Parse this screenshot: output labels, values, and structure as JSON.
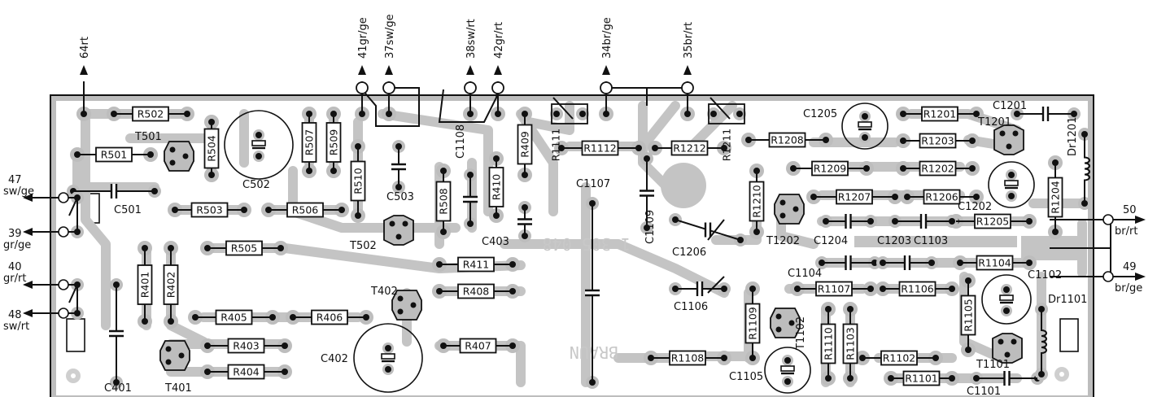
{
  "watermark": {
    "part_number": "1 305 048",
    "brand": "BRAUN"
  },
  "top_terminals": [
    "64rt",
    "41gr/ge",
    "37sw/ge",
    "38sw/rt",
    "42gr/rt",
    "34br/ge",
    "35br/rt"
  ],
  "left_terminals": [
    {
      "num": "47",
      "color": "sw/ge"
    },
    {
      "num": "39",
      "color": "gr/ge"
    },
    {
      "num": "40",
      "color": "gr/rt"
    },
    {
      "num": "48",
      "color": "sw/rt"
    }
  ],
  "right_terminals": [
    {
      "num": "50",
      "color": "br/rt"
    },
    {
      "num": "49",
      "color": "br/ge"
    }
  ],
  "resistors": [
    "R502",
    "R501",
    "R504",
    "R507",
    "R509",
    "R510",
    "R503",
    "R506",
    "R505",
    "R508",
    "R410",
    "R409",
    "R411",
    "R408",
    "R401",
    "R402",
    "R405",
    "R406",
    "R403",
    "R404",
    "R407",
    "R1112",
    "R1111",
    "R1212",
    "R1211",
    "R1208",
    "R1209",
    "R1210",
    "R1207",
    "R1201",
    "R1203",
    "R1202",
    "R1206",
    "R1205",
    "R1204",
    "R1104",
    "R1107",
    "R1106",
    "R1109",
    "R1110",
    "R1103",
    "R1105",
    "R1108",
    "R1102",
    "R1101"
  ],
  "capacitors": [
    "C502",
    "C501",
    "C503",
    "C1108",
    "C403",
    "C402",
    "C401",
    "C1107",
    "C1109",
    "C1206",
    "C1106",
    "C1205",
    "C1201",
    "C1202",
    "C1204",
    "C1203",
    "C1103",
    "C1104",
    "C1102",
    "C1105",
    "C1101"
  ],
  "transistors": [
    "T501",
    "T502",
    "T402",
    "T401",
    "T1201",
    "T1202",
    "T1102",
    "T1101"
  ],
  "inductors": [
    "Dr1201",
    "Dr1101"
  ]
}
